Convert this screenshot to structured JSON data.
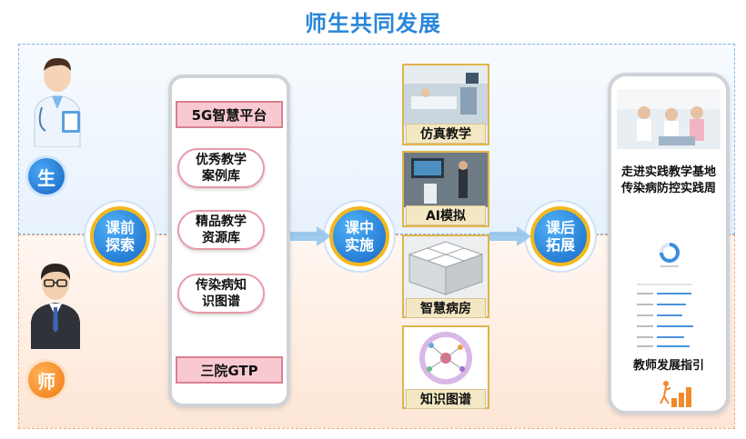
{
  "title": "师生共同发展",
  "roles": {
    "student": "生",
    "teacher": "师"
  },
  "phases": [
    {
      "label": "课前\n探索"
    },
    {
      "label": "课中\n实施"
    },
    {
      "label": "课后\n拓展"
    }
  ],
  "pre_class": {
    "top_label": "5G智慧平台",
    "items": [
      "优秀教学\n案例库",
      "精品教学\n资源库",
      "传染病知\n识图谱"
    ],
    "bottom_label": "三院GTP"
  },
  "in_class": [
    "仿真教学",
    "AI模拟",
    "智慧病房",
    "知识图谱"
  ],
  "post_class": {
    "practice_text": "走进实践教学基地\n传染病防控实践周",
    "guide_title": "教师发展指引"
  },
  "colors": {
    "accent_blue": "#2a86d9",
    "accent_orange": "#f07a10",
    "pink": "#f9c9d1",
    "gold": "#f3b81e"
  }
}
